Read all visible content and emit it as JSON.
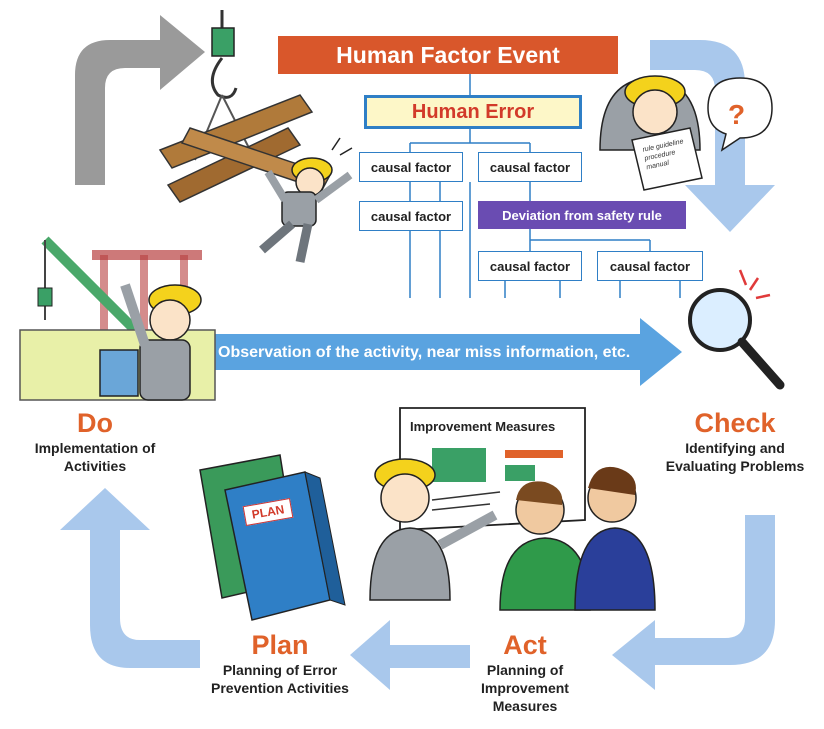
{
  "title": "Human Factor Event",
  "human_error": "Human Error",
  "causal_factor_label": "causal factor",
  "deviation_label": "Deviation from safety rule",
  "observation_text": "Observation of  the activity, near miss information, etc.",
  "improvement_board_title": "Improvement Measures",
  "plan_book_label": "PLAN",
  "memo_text": "rule guideline procedure manual",
  "question_mark": "?",
  "phases": {
    "do": {
      "title": "Do",
      "subtitle_line1": "Implementation of",
      "subtitle_line2": "Activities"
    },
    "check": {
      "title": "Check",
      "subtitle_line1": "Identifying and",
      "subtitle_line2": "Evaluating Problems"
    },
    "act": {
      "title": "Act",
      "subtitle_line1": "Planning of",
      "subtitle_line2": "Improvement",
      "subtitle_line3": "Measures"
    },
    "plan": {
      "title": "Plan",
      "subtitle_line1": "Planning of Error",
      "subtitle_line2": "Prevention Activities"
    }
  },
  "colors": {
    "accent_orange": "#e0622a",
    "event_red": "#d9572b",
    "cycle_arrow_blue": "#a9c8ec",
    "gray_arrow": "#9a9a9a",
    "line_blue": "#2f7fc6",
    "deviation_purple": "#6a4cb2"
  }
}
